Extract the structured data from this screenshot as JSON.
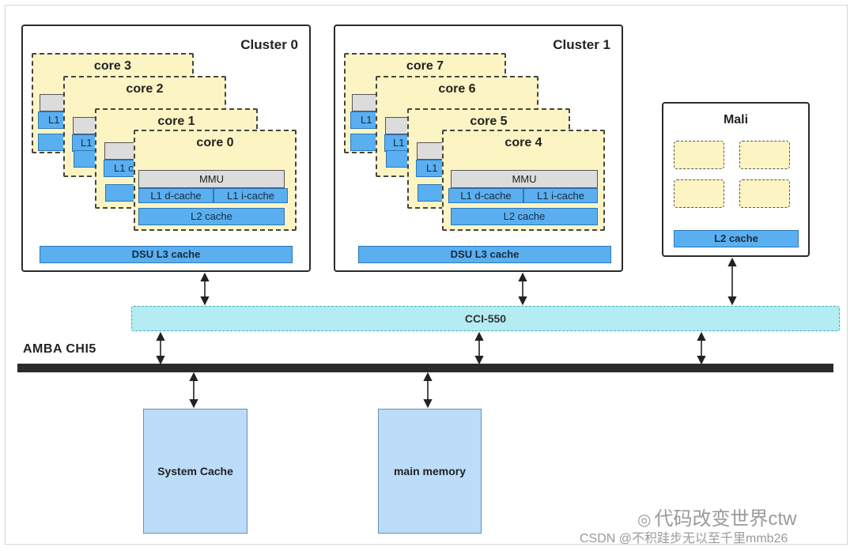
{
  "clusters": [
    {
      "title": "Cluster 0",
      "cores": [
        "core 3",
        "core 2",
        "core 1",
        "core 0"
      ],
      "mmu": "MMU",
      "l1d": "L1 d-cache",
      "l1i": "L1 i-cache",
      "l2": "L2 cache",
      "l1_stub": "L1",
      "l1_stub_short": "L1 c",
      "dsu": "DSU  L3 cache"
    },
    {
      "title": "Cluster 1",
      "cores": [
        "core 7",
        "core 6",
        "core 5",
        "core 4"
      ],
      "mmu": "MMU",
      "l1d": "L1 d-cache",
      "l1i": "L1 i-cache",
      "l2": "L2 cache",
      "l1_stub": "L1",
      "l1_stub_short": "L1",
      "dsu": "DSU L3 cache"
    }
  ],
  "mali": {
    "title": "Mali",
    "l2": "L2 cache"
  },
  "interconnect": {
    "label": "CCI-550"
  },
  "bus": {
    "label": "AMBA  CHI5"
  },
  "system_cache": {
    "label": "System Cache"
  },
  "main_memory": {
    "label": "main memory"
  },
  "watermark": {
    "line1": "代码改变世界ctw",
    "line2": "CSDN @不积跬步无以至千里mmb26"
  },
  "colors": {
    "core_fill": "#fdf4c3",
    "cache_blue": "#5aaff0",
    "cci_fill": "#b4ecf4",
    "memory_fill": "#bcdcfa",
    "bus": "#2b2b2b"
  }
}
